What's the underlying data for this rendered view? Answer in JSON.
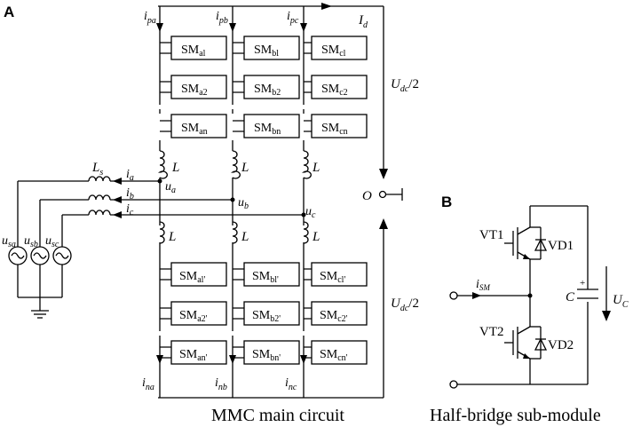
{
  "panels": {
    "a": "A",
    "b": "B"
  },
  "captions": {
    "main": "MMC main circuit",
    "sub": "Half-bridge sub-module"
  },
  "upper_modules": {
    "a": [
      "SM",
      "al",
      "SM",
      "a2",
      "SM",
      "an"
    ],
    "b": [
      "SM",
      "bl",
      "SM",
      "b2",
      "SM",
      "bn"
    ],
    "c": [
      "SM",
      "cl",
      "SM",
      "c2",
      "SM",
      "cn"
    ]
  },
  "lower_modules": {
    "a": [
      "SM",
      "al'",
      "SM",
      "a2'",
      "SM",
      "an'"
    ],
    "b": [
      "SM",
      "bl'",
      "SM",
      "b2'",
      "SM",
      "bn'"
    ],
    "c": [
      "SM",
      "cl'",
      "SM",
      "c2'",
      "SM",
      "cn'"
    ]
  },
  "arm_currents_upper": [
    [
      "i",
      "pa"
    ],
    [
      "i",
      "pb"
    ],
    [
      "i",
      "pc"
    ]
  ],
  "arm_currents_lower": [
    [
      "i",
      "na"
    ],
    [
      "i",
      "nb"
    ],
    [
      "i",
      "nc"
    ]
  ],
  "inductor_label": "L",
  "ls_label": [
    "L",
    "s"
  ],
  "line_currents": [
    [
      "i",
      "a"
    ],
    [
      "i",
      "b"
    ],
    [
      "i",
      "c"
    ]
  ],
  "node_voltages": [
    [
      "u",
      "a"
    ],
    [
      "u",
      "b"
    ],
    [
      "u",
      "c"
    ]
  ],
  "sources": [
    [
      "u",
      "sa"
    ],
    [
      "u",
      "sb"
    ],
    [
      "u",
      "sc"
    ]
  ],
  "dc": {
    "id": [
      "I",
      "d"
    ],
    "udc_upper": [
      "U",
      "dc",
      "/2"
    ],
    "udc_lower": [
      "U",
      "dc",
      "/2"
    ],
    "o": "O"
  },
  "submodule": {
    "vt1": "VT1",
    "vd1": "VD1",
    "vt2": "VT2",
    "vd2": "VD2",
    "ism": [
      "i",
      "SM"
    ],
    "cap": "C",
    "cap_plus": "+",
    "uc": [
      "U",
      "C"
    ]
  }
}
